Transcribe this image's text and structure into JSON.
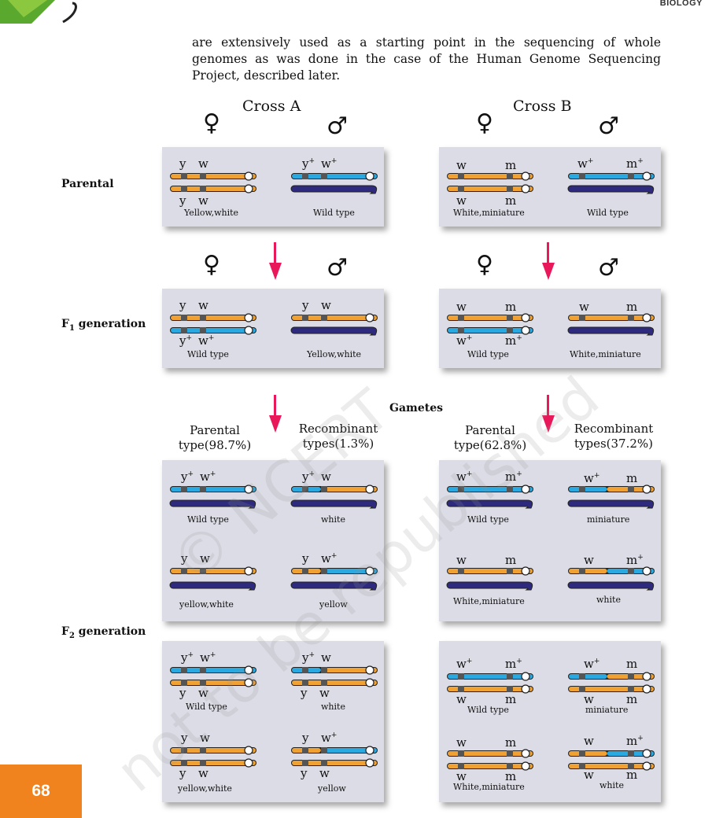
{
  "header": {
    "section": "BIOLOGY",
    "page_number": "68"
  },
  "paragraph": "are extensively used as a starting point in the sequencing of whole genomes as was done in the case of the Human Genome Sequencing Project, described later.",
  "figure": {
    "cross_a_title": "Cross A",
    "cross_b_title": "Cross B",
    "female_symbol": "♀",
    "male_symbol": "♂",
    "row_labels": {
      "parental": "Parental",
      "f1_prefix": "F",
      "f1_sub": "1",
      "f1_suffix": " generation",
      "f2_prefix": "F",
      "f2_sub": "2",
      "f2_suffix": " generation"
    },
    "gametes": "Gametes",
    "cross_a_parental_type": "Parental type(98.7%)",
    "cross_a_recombinant_types": "Recombinant types(1.3%)",
    "cross_b_parental_type": "Parental type(62.8%)",
    "cross_b_recombinant_types": "Recombinant types(37.2%)",
    "captions": {
      "yellow_white_cap": "Yellow,white",
      "yellow_white_lower": "yellow,white",
      "wild_type": "Wild type",
      "white_miniature": "White,miniature",
      "white": "white",
      "yellow": "yellow",
      "miniature": "miniature"
    },
    "gene_labels": {
      "y": "y",
      "w": "w",
      "m": "m",
      "plus": "+"
    },
    "colors": {
      "orange": "#f0a133",
      "blue": "#2aa8e0",
      "navy": "#2e2b7e",
      "arrow": "#e8185a",
      "panel": "#dcdce6",
      "accent": "#f0831e"
    }
  },
  "watermark": {
    "line1": "© NCERT",
    "line2": "not to be republished"
  }
}
